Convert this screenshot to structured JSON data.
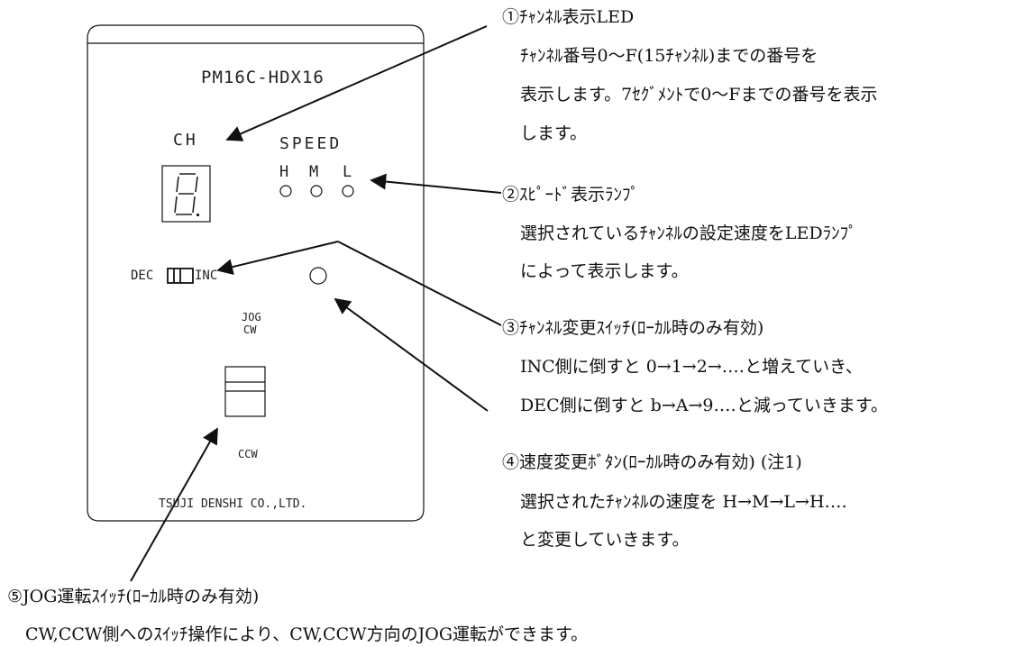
{
  "panel": {
    "model": "PM16C-HDX16",
    "ch_label": "CH",
    "speed_label": "SPEED",
    "speed_levels": [
      "H",
      "M",
      "L"
    ],
    "dec_label": "DEC",
    "inc_label": "INC",
    "jog_label": "JOG",
    "cw_label": "CW",
    "ccw_label": "CCW",
    "maker": "TSUJI DENSHI CO.,LTD."
  },
  "callouts": [
    {
      "id": "channel-led",
      "title": "①ﾁｬﾝﾈﾙ表示LED",
      "lines": [
        "ﾁｬﾝﾈﾙ番号0〜F(15ﾁｬﾝﾈﾙ)までの番号を",
        "表示します。7ｾｸﾞﾒﾝﾄで0〜Fまでの番号を表示",
        "します。"
      ]
    },
    {
      "id": "speed-lamp",
      "title": "②ｽﾋﾟｰﾄﾞ表示ﾗﾝﾌﾟ",
      "lines": [
        "選択されているﾁｬﾝﾈﾙの設定速度をLEDﾗﾝﾌﾟ",
        "によって表示します。"
      ]
    },
    {
      "id": "channel-switch",
      "title": "③ﾁｬﾝﾈﾙ変更ｽｲｯﾁ(ﾛｰｶﾙ時のみ有効)",
      "lines": [
        "INC側に倒すと 0→1→2→‥‥と増えていき、",
        "DEC側に倒すと b→A→9‥‥と減っていきます。"
      ]
    },
    {
      "id": "speed-button",
      "title": "④速度変更ﾎﾞﾀﾝ(ﾛｰｶﾙ時のみ有効) (注1)",
      "lines": [
        "選択されたﾁｬﾝﾈﾙの速度を H→M→L→H‥‥",
        "と変更していきます。"
      ]
    },
    {
      "id": "jog-switch",
      "title": "⑤JOG運転ｽｲｯﾁ(ﾛｰｶﾙ時のみ有効)",
      "lines": [
        "CW,CCW側へのｽｲｯﾁ操作により、CW,CCW方向のJOG運転ができます。"
      ]
    }
  ]
}
